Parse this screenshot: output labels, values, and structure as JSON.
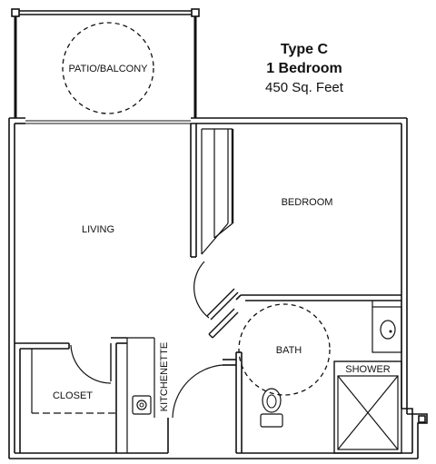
{
  "title": {
    "unit_type": "Type C",
    "bedrooms": "1 Bedroom",
    "area": "450 Sq. Feet"
  },
  "rooms": {
    "patio": "PATIO/BALCONY",
    "living": "LIVING",
    "bedroom": "BEDROOM",
    "closet": "CLOSET",
    "kitchenette": "KITCHENETTE",
    "bath": "BATH",
    "shower": "SHOWER"
  },
  "colors": {
    "line": "#111111",
    "background": "#ffffff"
  }
}
